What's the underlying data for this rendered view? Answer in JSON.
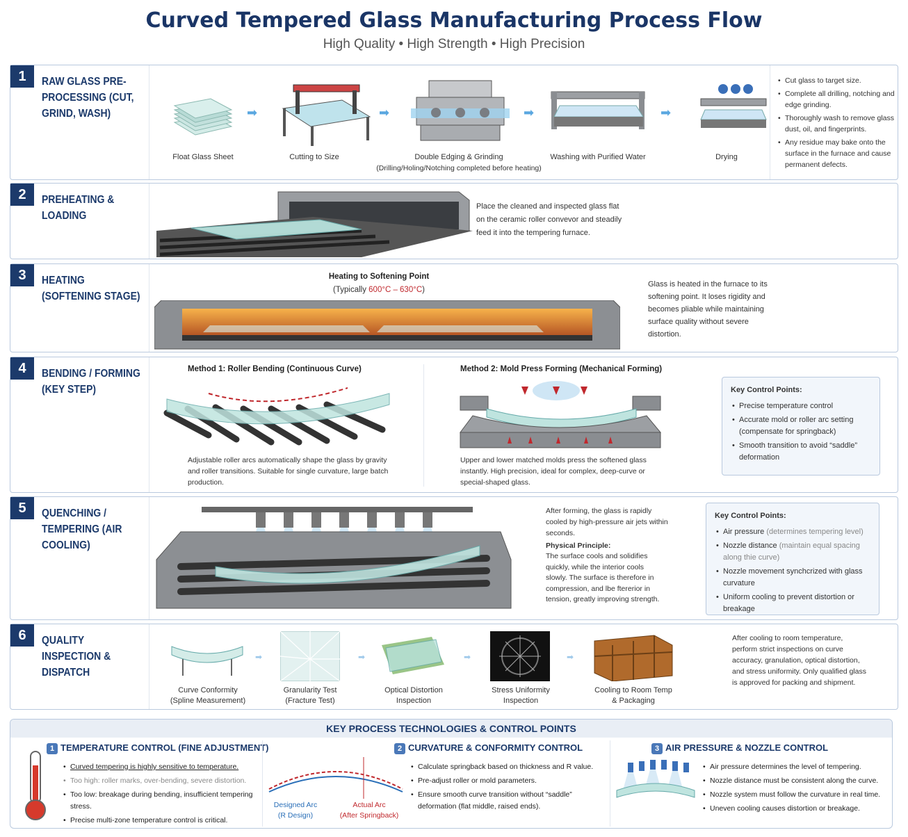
{
  "header": {
    "title": "Curved Tempered Glass Manufacturing Process Flow",
    "subtitle": "High Quality • High Strength • High Precision"
  },
  "stages": [
    {
      "num": "1",
      "title": "RAW GLASS PRE-PROCESSING (CUT, GRIND, WASH)",
      "steps": [
        "Float Glass Sheet",
        "Cutting to Size",
        "Double Edging & Grinding",
        "Washing with Purified Water",
        "Drying"
      ],
      "step_note": "(Drilling/Holing/Notching completed before heating)",
      "bullets": [
        "Cut glass to target size.",
        "Complete all drilling, notching and edge grinding.",
        "Thoroughly wash to remove glass dust, oil, and fingerprints.",
        "Any residue may bake onto the surface in the furnace and cause permanent defects."
      ]
    },
    {
      "num": "2",
      "title": "PREHEATING & LOADING",
      "desc": "Place the cleaned and inspected glass flat on the ceramic roller convevor and steadily feed it into the tempering furnace."
    },
    {
      "num": "3",
      "title": "HEATING (SOFTENING STAGE)",
      "heading": "Heating to Softening Point",
      "temp_prefix": "(Typically ",
      "temp_range": "600°C – 630°C",
      "temp_suffix": ")",
      "desc": "Glass is heated in the furnace to its softening point. It loses rigidity and becomes pliable while maintaining surface quality without severe distortion."
    },
    {
      "num": "4",
      "title": "BENDING / FORMING (KEY STEP)",
      "method1_title": "Method 1: Roller Bending (Continuous Curve)",
      "method1_desc": "Adjustable roller arcs automatically shape the glass by gravity and roller transitions. Suitable for single curvature, large batch production.",
      "method2_title": "Method 2: Mold Press Forming (Mechanical Forming)",
      "method2_desc": "Upper and lower matched molds press the softened glass instantly. High precision, ideal for complex, deep-curve or special-shaped glass.",
      "kcp_title": "Key Control Points:",
      "kcp": [
        "Precise temperature control",
        "Accurate mold or roller arc setting (compensate for springback)",
        "Smooth transition to avoid “saddle” deformation"
      ]
    },
    {
      "num": "5",
      "title": "QUENCHING / TEMPERING (AIR COOLING)",
      "desc1": "After forming, the glass is rapidly cooled by high-pressure air jets within seconds.",
      "principle_title": "Physical Principle:",
      "principle": "The surface cools and solidifies quickly, while the interior cools slowly. The surface is therefore in compression, and lbe ftererior in tension, greatly improving strength.",
      "kcp_title": "Key Control Points:",
      "kcp": [
        {
          "bold": "Air pressure",
          "rest": " (determines tempering level)"
        },
        {
          "bold": "Nozzle distance",
          "rest": " (maintain equal spacing along thie curve)"
        },
        {
          "bold": "Nozzle movement synchcrized with glass curvature",
          "rest": ""
        },
        {
          "bold": "Uniform cooling to prevent distortion or breakage",
          "rest": ""
        }
      ]
    },
    {
      "num": "6",
      "title": "QUALITY INSPECTION & DISPATCH",
      "steps": [
        [
          "Curve Conformity",
          "(Spline Measurement)"
        ],
        [
          "Granularity Test",
          "(Fracture Test)"
        ],
        [
          "Optical Distortion",
          "Inspection"
        ],
        [
          "Stress Uniformity",
          "Inspection"
        ],
        [
          "Cooling to Room Temp",
          "& Packaging"
        ]
      ],
      "desc": "After cooling to room temperature, perform strict inspections on curve accuracy, granulation, optical distortion, and stress uniformity. Only qualified glass is approved for packing and shipment."
    }
  ],
  "footer": {
    "title": "KEY PROCESS TECHNOLOGIES & CONTROL POINTS",
    "col1": {
      "num": "1",
      "title": "TEMPERATURE CONTROL (FINE ADJUSTMENT)",
      "bullets": [
        "Curved tempering is highly sensitive to temperature.",
        "Too high: roller marks, over-bending, severe distortion.",
        "Too low: breakage during bending, insufficient tempering stress.",
        "Precise multi-zone temperature control is critical."
      ]
    },
    "col2": {
      "num": "2",
      "title": "CURVATURE & CONFORMITY CONTROL",
      "designed_arc": "Designed Arc",
      "designed_arc_sub": "(R Design)",
      "actual_arc": "Actual Arc",
      "actual_arc_sub": "(After Springback)",
      "bullets": [
        "Calculate springback based on thickness and R value.",
        "Pre-adjust roller or mold parameters.",
        "Ensure smooth curve transition without “saddle” deformation (flat middle, raised ends)."
      ]
    },
    "col3": {
      "num": "3",
      "title": "AIR PRESSURE & NOZZLE CONTROL",
      "bullets": [
        "Air pressure determines the level of tempering.",
        "Nozzle distance must be consistent along the curve.",
        "Nozzle system must follow the curvature in real time.",
        "Uneven cooling causes distortion or breakage."
      ]
    }
  },
  "colors": {
    "navy": "#1c3a6b",
    "accent_blue": "#5aa7e0",
    "red": "#c0282d"
  }
}
